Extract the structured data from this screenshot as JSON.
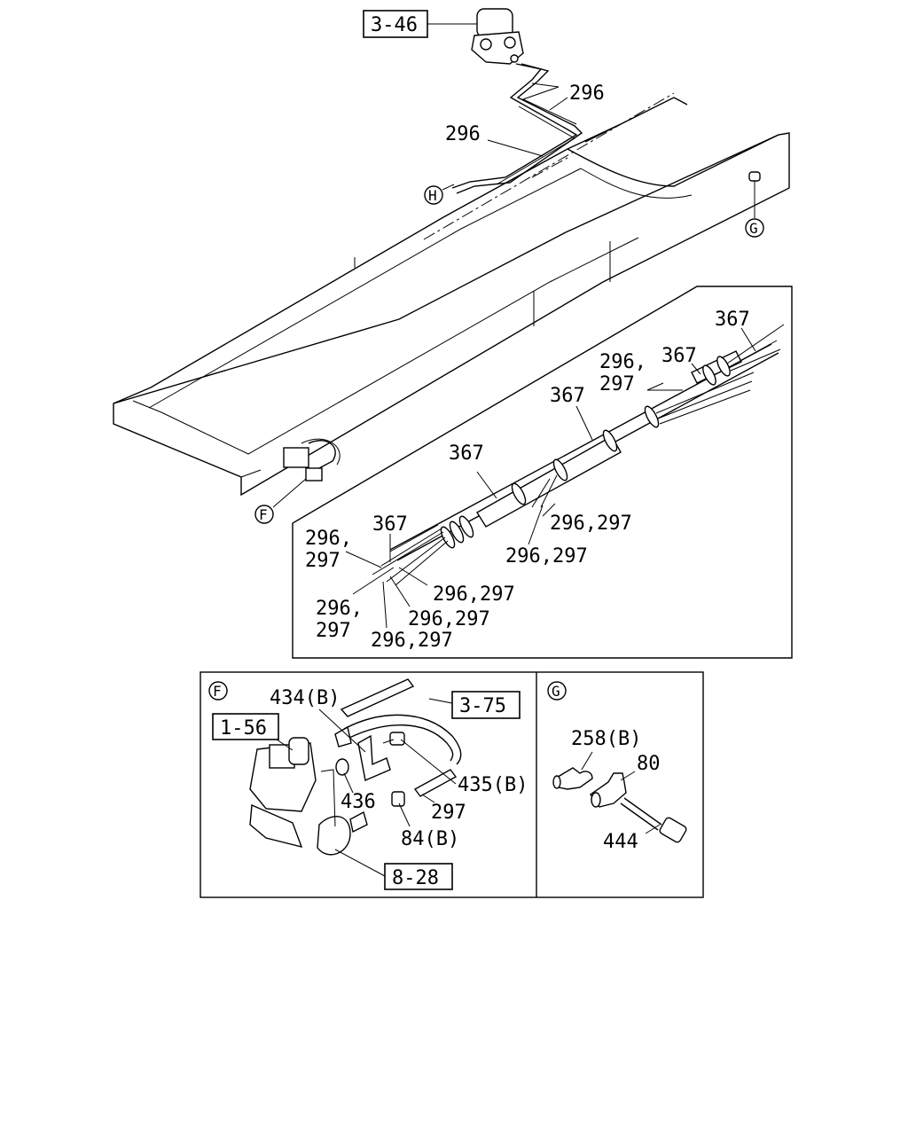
{
  "main": {
    "ref_top": "3-46",
    "label_296_a": "296",
    "label_296_b": "296",
    "callout_h": "H",
    "callout_g": "G",
    "callout_f": "F"
  },
  "inset": {
    "l367_1": "367",
    "l367_2": "367",
    "l367_3": "367",
    "l367_4": "367",
    "l367_5": "367",
    "l296_a": "296,",
    "l297_a": "297",
    "l296297_1": "296,297",
    "l296297_2": "296,297",
    "l296_b": "296,",
    "l297_b": "297",
    "l296297_3": "296,297",
    "l296_c": "296,",
    "l297_c": "297",
    "l296297_4": "296,297",
    "l296297_5": "296,297"
  },
  "detail_f": {
    "title": "F",
    "l434": "434(B)",
    "ref_375": "3-75",
    "ref_156": "1-56",
    "l435": "435(B)",
    "l436": "436",
    "l297": "297",
    "l84": "84(B)",
    "ref_828": "8-28"
  },
  "detail_g": {
    "title": "G",
    "l258": "258(B)",
    "l80": "80",
    "l444": "444"
  }
}
